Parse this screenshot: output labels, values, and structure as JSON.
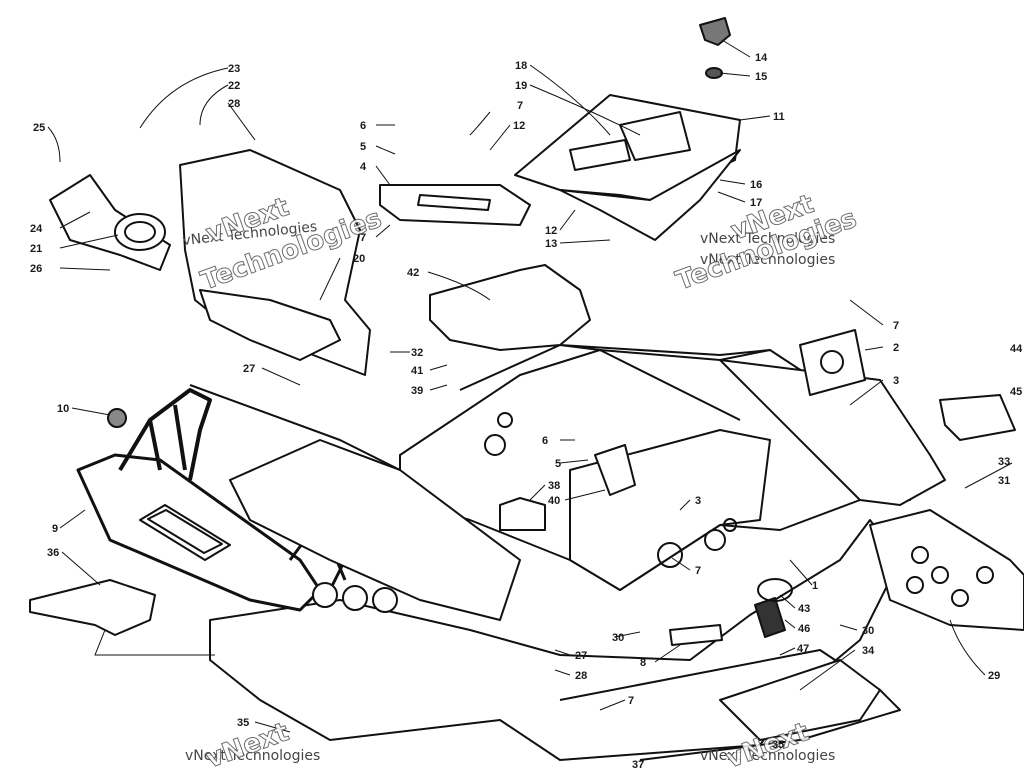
{
  "watermark": {
    "company": "vNext Technologies",
    "brand_word": "vNext",
    "tech_word": "Technologies"
  },
  "callouts": [
    {
      "id": "c23",
      "text": "23"
    },
    {
      "id": "c22",
      "text": "22"
    },
    {
      "id": "c28a",
      "text": "28"
    },
    {
      "id": "c25",
      "text": "25"
    },
    {
      "id": "c24",
      "text": "24"
    },
    {
      "id": "c21",
      "text": "21"
    },
    {
      "id": "c26",
      "text": "26"
    },
    {
      "id": "c20",
      "text": "20"
    },
    {
      "id": "c27a",
      "text": "27"
    },
    {
      "id": "c10",
      "text": "10"
    },
    {
      "id": "c9",
      "text": "9"
    },
    {
      "id": "c36",
      "text": "36"
    },
    {
      "id": "c35a",
      "text": "35"
    },
    {
      "id": "c6a",
      "text": "6"
    },
    {
      "id": "c5a",
      "text": "5"
    },
    {
      "id": "c4",
      "text": "4"
    },
    {
      "id": "c7a",
      "text": "7"
    },
    {
      "id": "c7b",
      "text": "7"
    },
    {
      "id": "c12a",
      "text": "12"
    },
    {
      "id": "c18",
      "text": "18"
    },
    {
      "id": "c19",
      "text": "19"
    },
    {
      "id": "c14",
      "text": "14"
    },
    {
      "id": "c15",
      "text": "15"
    },
    {
      "id": "c11",
      "text": "11"
    },
    {
      "id": "c16",
      "text": "16"
    },
    {
      "id": "c17",
      "text": "17"
    },
    {
      "id": "c12b",
      "text": "12"
    },
    {
      "id": "c13",
      "text": "13"
    },
    {
      "id": "c42",
      "text": "42"
    },
    {
      "id": "c32",
      "text": "32"
    },
    {
      "id": "c41",
      "text": "41"
    },
    {
      "id": "c39",
      "text": "39"
    },
    {
      "id": "c7c",
      "text": "7"
    },
    {
      "id": "c2",
      "text": "2"
    },
    {
      "id": "c3a",
      "text": "3"
    },
    {
      "id": "c44",
      "text": "44"
    },
    {
      "id": "c45",
      "text": "45"
    },
    {
      "id": "c6b",
      "text": "6"
    },
    {
      "id": "c5b",
      "text": "5"
    },
    {
      "id": "c38",
      "text": "38"
    },
    {
      "id": "c40",
      "text": "40"
    },
    {
      "id": "c3b",
      "text": "3"
    },
    {
      "id": "c33",
      "text": "33"
    },
    {
      "id": "c31",
      "text": "31"
    },
    {
      "id": "c7d",
      "text": "7"
    },
    {
      "id": "c1",
      "text": "1"
    },
    {
      "id": "c43",
      "text": "43"
    },
    {
      "id": "c46",
      "text": "46"
    },
    {
      "id": "c30a",
      "text": "30"
    },
    {
      "id": "c30b",
      "text": "30"
    },
    {
      "id": "c27b",
      "text": "27"
    },
    {
      "id": "c28b",
      "text": "28"
    },
    {
      "id": "c8",
      "text": "8"
    },
    {
      "id": "c47",
      "text": "47"
    },
    {
      "id": "c34",
      "text": "34"
    },
    {
      "id": "c29",
      "text": "29"
    },
    {
      "id": "c7e",
      "text": "7"
    },
    {
      "id": "c35b",
      "text": "35"
    },
    {
      "id": "c37",
      "text": "37"
    }
  ]
}
